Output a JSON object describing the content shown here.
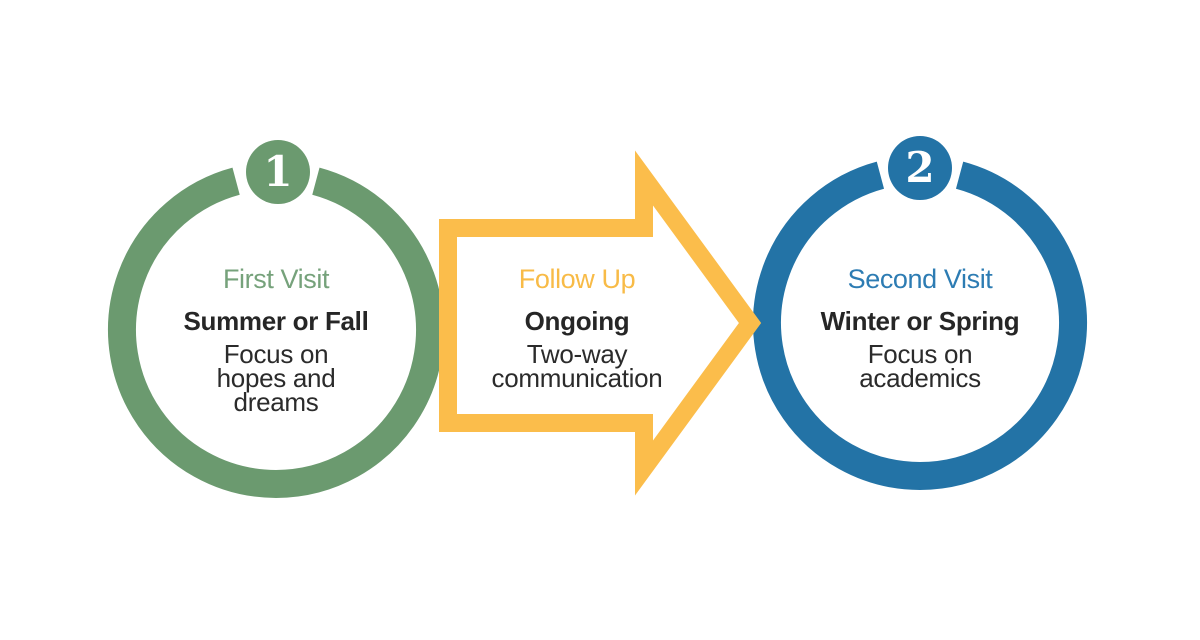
{
  "diagram": {
    "type": "process-flow",
    "colors": {
      "green": "#6b9a6f",
      "green_heading": "#76a27b",
      "blue": "#2373a6",
      "blue_heading": "#2d7cb3",
      "yellow": "#fbbd4b",
      "yellow_heading": "#f8bb47",
      "body_text": "#262626",
      "background": "#ffffff"
    },
    "steps": [
      {
        "badge": "1",
        "title": "First Visit",
        "subtitle": "Summer or Fall",
        "description": "Focus on\nhopes and\ndreams",
        "shape": "green-ring-circle"
      },
      {
        "title": "Follow Up",
        "subtitle": "Ongoing",
        "description": "Two-way\ncommunication",
        "shape": "yellow-outline-arrow-right"
      },
      {
        "badge": "2",
        "title": "Second Visit",
        "subtitle": "Winter or Spring",
        "description": "Focus on\nacademics",
        "shape": "blue-ring-circle"
      }
    ]
  }
}
